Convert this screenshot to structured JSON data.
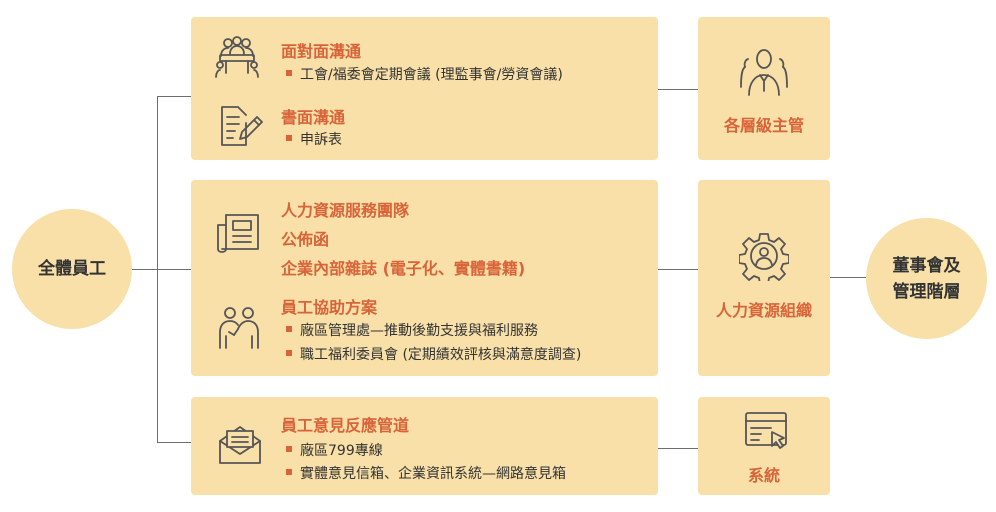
{
  "employees": "全體員工",
  "board": {
    "line1": "董事會及",
    "line2": "管理階層"
  },
  "groups": [
    {
      "channels": [
        {
          "icon": "meeting-icon",
          "title": "面對面溝通",
          "items": [
            "工會/福委會定期會議 (理監事會/勞資會議)"
          ]
        },
        {
          "icon": "document-pen-icon",
          "title": "書面溝通",
          "items": [
            "申訴表"
          ]
        }
      ],
      "destination": {
        "icon": "manager-icon",
        "label": "各層級主管"
      }
    },
    {
      "channels": [
        {
          "icon": "newspaper-icon",
          "titles": [
            "人力資源服務團隊",
            "公佈函",
            "企業內部雜誌 (電子化、實體書籍)"
          ]
        },
        {
          "icon": "people-support-icon",
          "title": "員工協助方案",
          "items": [
            "廠區管理處—推動後勤支援與福利服務",
            "職工福利委員會 (定期績效評核與滿意度調查)"
          ]
        }
      ],
      "destination": {
        "icon": "gear-person-icon",
        "label": "人力資源組織"
      }
    },
    {
      "channels": [
        {
          "icon": "envelope-icon",
          "title": "員工意見反應管道",
          "items": [
            "廠區799專線",
            "實體意見信箱、企業資訊系統—網路意見箱"
          ]
        }
      ],
      "destination": {
        "icon": "computer-click-icon",
        "label": "系統"
      }
    }
  ],
  "colors": {
    "box": "#f8e0a8",
    "accent": "#d9643a",
    "line": "#6e6e6e"
  }
}
